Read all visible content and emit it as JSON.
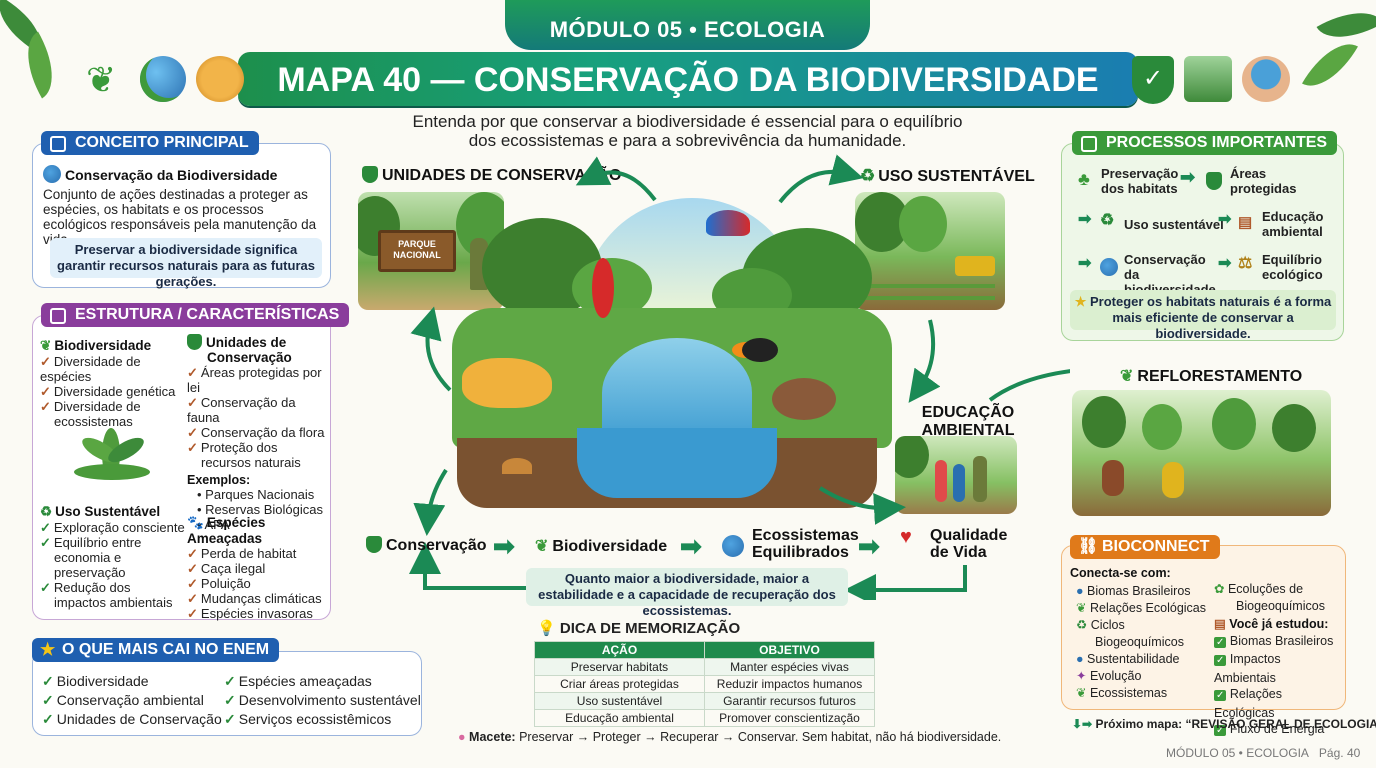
{
  "header": {
    "module": "MÓDULO 05 • ECOLOGIA",
    "title": "MAPA 40 — CONSERVAÇÃO DA BIODIVERSIDADE",
    "subtitle_line1": "Entenda por que conservar a biodiversidade é essencial para o equilíbrio",
    "subtitle_line2": "dos ecossistemas e para a sobrevivência da humanidade."
  },
  "conceito": {
    "tag": "CONCEITO PRINCIPAL",
    "heading": "Conservação da Biodiversidade",
    "text": "Conjunto de ações destinadas a proteger as espécies, os habitats e os processos ecológicos responsáveis pela manutenção da vida.",
    "highlight": "Preservar a biodiversidade significa garantir recursos naturais para as futuras gerações."
  },
  "estrutura": {
    "tag": "ESTRUTURA / CARACTERÍSTICAS",
    "biodiversidade": {
      "heading": "Biodiversidade",
      "items": [
        "Diversidade de espécies",
        "Diversidade genética",
        "Diversidade de ecossistemas"
      ]
    },
    "unidades": {
      "heading": "Unidades de Conservação",
      "items": [
        "Áreas protegidas por lei",
        "Conservação da fauna",
        "Conservação da flora",
        "Proteção dos recursos naturais"
      ],
      "examples_label": "Exemplos:",
      "examples": [
        "Parques Nacionais",
        "Reservas Biológicas",
        "APA"
      ]
    },
    "uso": {
      "heading": "Uso Sustentável",
      "items": [
        "Exploração consciente",
        "Equilíbrio entre economia e preservação",
        "Redução dos impactos ambientais"
      ]
    },
    "ameacadas": {
      "heading": "Espécies Ameaçadas",
      "items": [
        "Perda de habitat",
        "Caça ilegal",
        "Poluição",
        "Mudanças climáticas",
        "Espécies invasoras"
      ]
    }
  },
  "enem": {
    "tag": "O QUE MAIS CAI NO ENEM",
    "col1": [
      "Biodiversidade",
      "Conservação ambiental",
      "Unidades de Conservação"
    ],
    "col2": [
      "Espécies ameaçadas",
      "Desenvolvimento sustentável",
      "Serviços ecossistêmicos"
    ]
  },
  "center": {
    "unidades_label": "UNIDADES DE CONSERVAÇÃO",
    "uso_label": "USO SUSTENTÁVEL",
    "educacao_label": "EDUCAÇÃO AMBIENTAL",
    "park_sign": "PARQUE NACIONAL",
    "chain": [
      "Conservação",
      "Biodiversidade",
      "Ecossistemas Equilibrados",
      "Qualidade de Vida"
    ],
    "note": "Quanto maior a biodiversidade, maior a estabilidade e a capacidade de recuperação dos ecossistemas."
  },
  "memo": {
    "title": "DICA DE MEMORIZAÇÃO",
    "headers": [
      "AÇÃO",
      "OBJETIVO"
    ],
    "rows": [
      [
        "Preservar habitats",
        "Manter espécies vivas"
      ],
      [
        "Criar áreas protegidas",
        "Reduzir impactos humanos"
      ],
      [
        "Uso sustentável",
        "Garantir recursos futuros"
      ],
      [
        "Educação ambiental",
        "Promover conscientização"
      ]
    ],
    "macete_label": "Macete:",
    "macete": "Preservar → Proteger → Recuperar → Conservar. Sem habitat, não há biodiversidade."
  },
  "processos": {
    "tag": "PROCESSOS IMPORTANTES",
    "p1": "Preservação dos habitats",
    "p2": "Áreas protegidas",
    "p3": "Uso sustentável",
    "p4": "Educação ambiental",
    "p5": "Conservação da biodiversidade",
    "p6": "Equilíbrio ecológico",
    "highlight": "Proteger os habitats naturais é a forma mais eficiente de conservar a biodiversidade."
  },
  "reflorestamento": "REFLORESTAMENTO",
  "bioconnect": {
    "tag": "BIOCONNECT",
    "conecta": "Conecta-se com:",
    "col1": [
      "Biomas Brasileiros",
      "Relações Ecológicas",
      "Ciclos Biogeoquímicos",
      "Sustentabilidade",
      "Evolução",
      "Ecossistemas"
    ],
    "col1_top": "Ecoluções de Biogeoquímicos",
    "studied_label": "Você já estudou:",
    "studied": [
      "Biomas Brasileiros",
      "Impactos Ambientais",
      "Relações Ecológicas",
      "Fluxo de Energia"
    ]
  },
  "next_map": "Próximo mapa: “REVISÃO GERAL DE ECOLOGIA”",
  "footer": {
    "module": "MÓDULO 05 • ECOLOGIA",
    "page": "Pág. 40"
  },
  "colors": {
    "green": "#1f8a4c",
    "blue": "#1f5fb0",
    "purple": "#8a3d9c",
    "orange": "#e07a1a"
  }
}
